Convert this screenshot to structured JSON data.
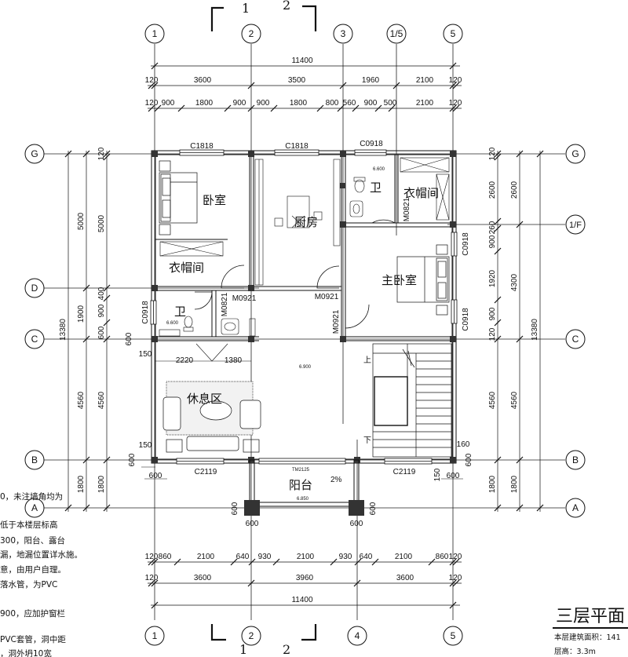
{
  "axes": {
    "top": [
      "1",
      "2",
      "3",
      "1/5",
      "5"
    ],
    "bottom": [
      "1",
      "2",
      "4",
      "5"
    ],
    "left": [
      "G",
      "D",
      "C",
      "B",
      "A"
    ],
    "right": [
      "G",
      "1/F",
      "C",
      "B",
      "A"
    ]
  },
  "section_marks": {
    "one": "1",
    "two": "2"
  },
  "dims_top": {
    "overall": "11400",
    "row2": [
      "120",
      "3600",
      "3500",
      "1960",
      "2100",
      "120"
    ],
    "row3": [
      "120",
      "900",
      "1800",
      "900",
      "900",
      "1800",
      "800",
      "560",
      "900",
      "500",
      "2100",
      "120"
    ]
  },
  "dims_bottom": {
    "row1": [
      "120",
      "860",
      "2100",
      "640",
      "930",
      "2100",
      "930",
      "640",
      "2100",
      "860",
      "120"
    ],
    "row2": [
      "120",
      "3600",
      "3960",
      "3600",
      "120"
    ],
    "overall": "11400"
  },
  "dims_left": {
    "outer": "13380",
    "middle": [
      "5000",
      "1900",
      "4560",
      "1800"
    ],
    "inner": [
      "120",
      "5000",
      "400",
      "900",
      "600",
      "4560",
      "1800"
    ]
  },
  "dims_right": {
    "outer": "13380",
    "middle": [
      "2600",
      "4300",
      "4560",
      "1800"
    ],
    "inner": [
      "120",
      "2600",
      "260",
      "900",
      "1920",
      "900",
      "120",
      "4560",
      "1800"
    ]
  },
  "rooms": {
    "bedroom1": "卧室",
    "kitchen": "厨房",
    "bath_right": "卫",
    "closet_right": "衣帽间",
    "closet_left": "衣帽间",
    "master": "主卧室",
    "bath_left": "卫",
    "lounge": "休息区",
    "balcony": "阳台"
  },
  "openings": {
    "c1818_a": "C1818",
    "c1818_b": "C1818",
    "c0918_top": "C0918",
    "m0821_right": "M0821",
    "c0918_r1": "C0918",
    "c0918_r2": "C0918",
    "c0918_left": "C0918",
    "m0921_a": "M0921",
    "m0921_b": "M0921",
    "m0921_c": "M0921",
    "m0821_left": "M0821",
    "c2119_left": "C2119",
    "c2119_right": "C2119",
    "tm2125": "TM2125"
  },
  "misc_dims": {
    "d2220": "2220",
    "d1380": "1380",
    "d150a": "150",
    "d150b": "150",
    "d150c": "150",
    "d160": "160",
    "d600_list": [
      "600",
      "600",
      "600",
      "600",
      "600",
      "600",
      "600",
      "600",
      "600"
    ]
  },
  "levels": {
    "bath_r": "6.600",
    "bath_l": "6.600",
    "hall": "6.900",
    "balcony": "6.850",
    "slope": "2%"
  },
  "stair": {
    "up": "上",
    "down": "下"
  },
  "notes": [
    "0，未注墙角均为",
    "低于本楼层标高",
    "300，阳台、露台",
    "漏，地漏位置详水施。",
    "意，由用户自理。",
    "落水管，为PVC",
    "900，应加护窗栏",
    "PVC套管，洞中距",
    "，洞外坍10宽"
  ],
  "title": {
    "main": "三层平面",
    "area": "本层建筑面积：141",
    "height": "层高：3.3m"
  }
}
